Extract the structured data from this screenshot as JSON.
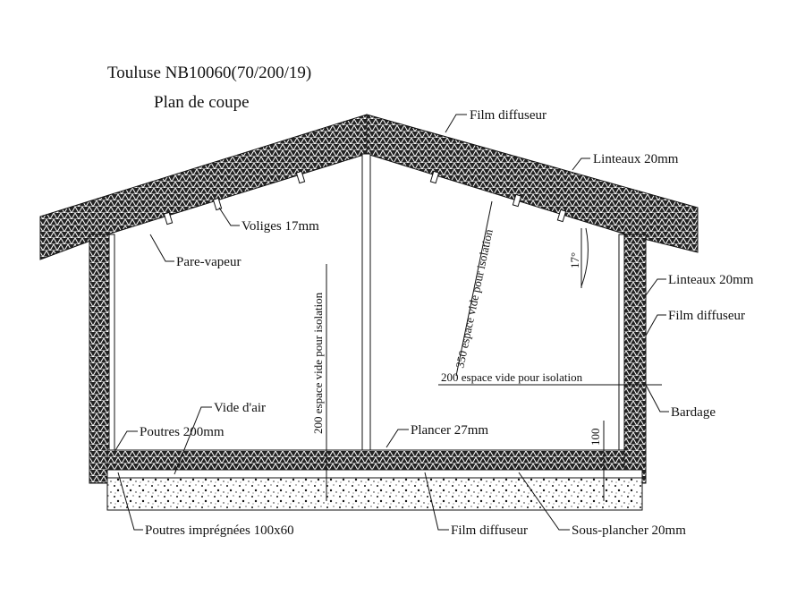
{
  "title": "Touluse NB10060(70/200/19)",
  "subtitle": "Plan de coupe",
  "labels": {
    "film_diffuseur_roof": "Film diffuseur",
    "linteaux_roof": "Linteaux 20mm",
    "voliges": "Voliges 17mm",
    "pare_vapeur": "Pare-vapeur",
    "linteaux_wall": "Linteaux 20mm",
    "film_diffuseur_wall": "Film diffuseur",
    "bardage": "Bardage",
    "vide_air": "Vide d'air",
    "poutres": "Poutres 200mm",
    "plancer": "Plancer 27mm",
    "poutres_impregnees": "Poutres imprégnées 100x60",
    "film_diffuseur_floor": "Film diffuseur",
    "sous_plancher": "Sous-plancher 20mm"
  },
  "dimensions": {
    "wall_insulation": "200 espace vide pour isolation",
    "roof_insulation": "350 espace vide pour isolation",
    "side_insulation": "200 espace vide pour isolation",
    "roof_angle": "17°",
    "floor_gap": "100"
  },
  "colors": {
    "line": "#111111",
    "background": "#ffffff"
  }
}
